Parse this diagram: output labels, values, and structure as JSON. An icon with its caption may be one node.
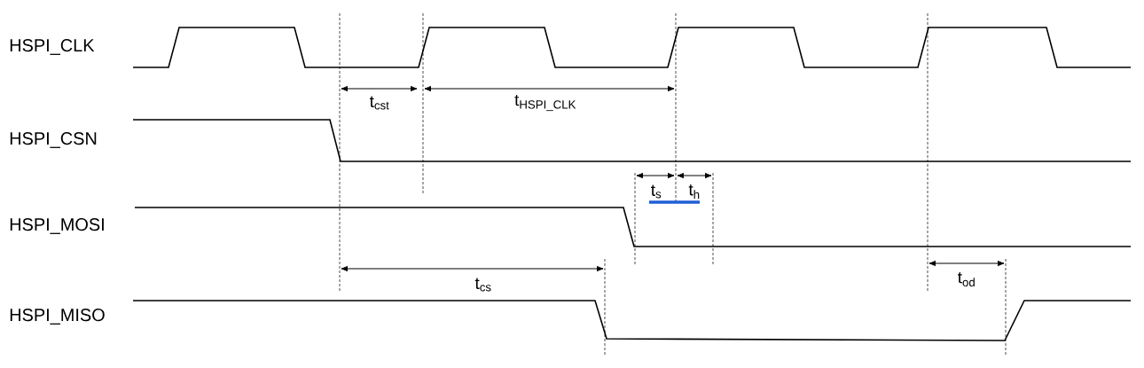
{
  "diagram": {
    "labels": [
      "HSPI_CLK",
      "t$_{cst}$",
      "t$_{HSPI_CLK}$",
      "HSPI_CSN",
      "t$_{s}$",
      "t$_{h}$",
      "HSPI_MOSI",
      "t$_{cs}$",
      "t$_{od}$",
      "HSPI_MISO"
    ]
  }
}
